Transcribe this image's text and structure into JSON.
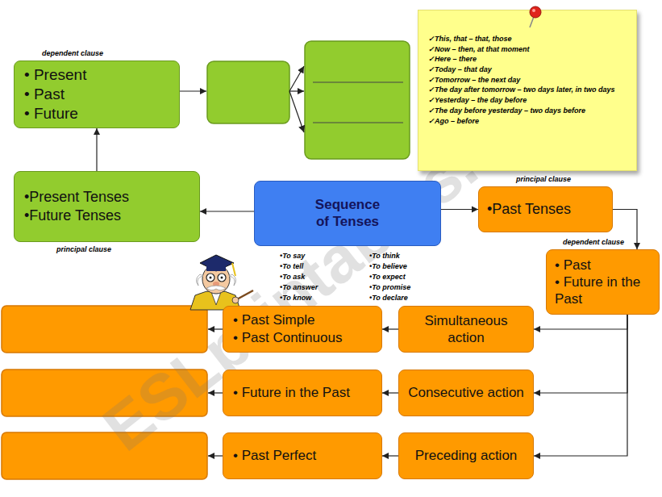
{
  "diagram": {
    "nodes": [
      {
        "text": [
          "dependent clause",
          "• Present",
          "• Past",
          "• Future"
        ]
      },
      {
        "text": [
          "✓This, that – that, those",
          "✓Now – then, at that moment",
          "✓Here – there",
          "✓Today – that day",
          "✓Tomorrow – the next day",
          "✓The day after tomorrow – two days later, in two days",
          "✓Yesterday – the day before",
          "✓The day before yesterday – two days before",
          "✓Ago – before"
        ]
      },
      {
        "text": [
          "•Present Tenses",
          "•Future Tenses",
          "principal clause"
        ]
      },
      {
        "text": [
          "Sequence of Tenses"
        ]
      },
      {
        "text": [
          "principal clause",
          "•Past Tenses"
        ]
      },
      {
        "text": [
          "dependent clause",
          "• Past",
          "• Future in the Past"
        ]
      },
      {
        "text": [
          "• Past Simple",
          "• Past Continuous"
        ]
      },
      {
        "text": [
          "Simultaneous action"
        ]
      },
      {
        "text": [
          "• Future in the Past"
        ]
      },
      {
        "text": [
          "Consecutive action"
        ]
      },
      {
        "text": [
          "• Past Perfect"
        ]
      },
      {
        "text": [
          "Preceding action"
        ]
      }
    ],
    "edges": [
      {
        "from": 3,
        "to": 2,
        "arrow": "to"
      },
      {
        "from": 2,
        "to": 0,
        "arrow": "to"
      },
      {
        "from": 3,
        "to": 4,
        "arrow": "to"
      },
      {
        "from": 4,
        "to": 5,
        "arrow": "to"
      },
      {
        "from": 5,
        "to": 7,
        "arrow": "to"
      },
      {
        "from": 5,
        "to": 9,
        "arrow": "to"
      },
      {
        "from": 5,
        "to": 11,
        "arrow": "to"
      },
      {
        "from": 7,
        "to": 6,
        "arrow": "to"
      },
      {
        "from": 9,
        "to": 8,
        "arrow": "to"
      },
      {
        "from": 11,
        "to": 10,
        "arrow": "to"
      }
    ],
    "labels": [
      "•To say",
      "•To tell",
      "•To ask",
      "•To answer",
      "•To know",
      "•To think",
      "•To believe",
      "•To expect",
      "•To promise",
      "•To declare",
      "ESLprintables.com"
    ]
  }
}
